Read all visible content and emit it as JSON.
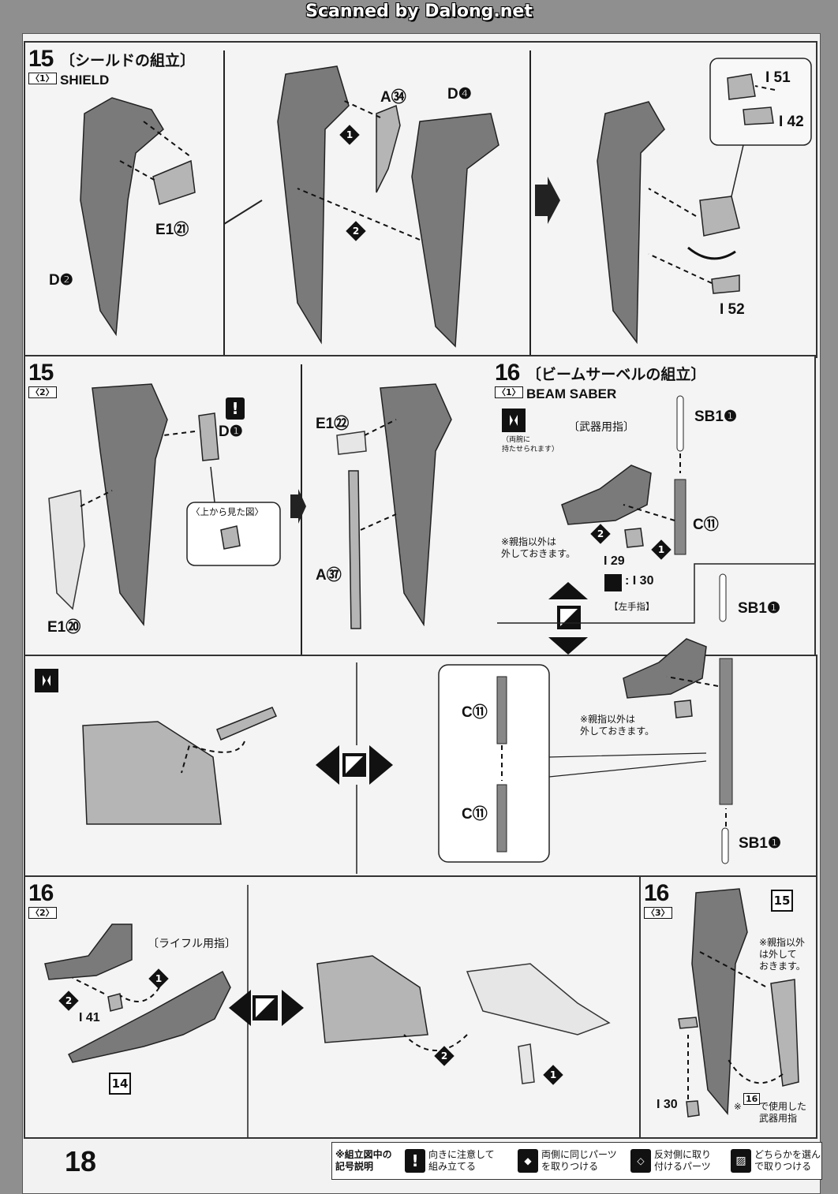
{
  "banner": "Scanned by Dalong.net",
  "page_number": "18",
  "step15_1": {
    "num": "15",
    "sub": "〈1〉",
    "title_jp": "〔シールドの組立〕",
    "title_en": "SHIELD",
    "labels": [
      "E1㉑",
      "D❷",
      "A㉞",
      "D❹",
      "I 51",
      "I 42",
      "I 52"
    ],
    "marks": [
      "1",
      "2"
    ]
  },
  "step15_2": {
    "num": "15",
    "sub": "〈2〉",
    "labels": [
      "D❶",
      "E1⑳",
      "E1㉒",
      "A㊲"
    ],
    "caution": "!",
    "view_note": "〈上から見た図〉"
  },
  "step16_1": {
    "num": "16",
    "sub": "〈1〉",
    "title_jp": "〔ビームサーベルの組立〕",
    "title_en": "BEAM SABER",
    "both_hands_note": "（両腕に\n持たせられます）",
    "weapon_fingers": "〔武器用指〕",
    "labels": [
      "SB1❶",
      "C⑪",
      "I 29",
      ": I 30",
      "SB1❶",
      "C⑪",
      "C⑪",
      "SB1❶"
    ],
    "left_fingers": "【左手指】",
    "remove_note_1": "※親指以外は\n外しておきます。",
    "remove_note_2": "※親指以外は\n外しておきます。",
    "marks": [
      "2",
      "1"
    ]
  },
  "step16_2": {
    "num": "16",
    "sub": "〈2〉",
    "rifle_fingers": "〔ライフル用指〕",
    "labels": [
      "I 41",
      "14"
    ],
    "marks": [
      "1",
      "2",
      "2",
      "1"
    ]
  },
  "step16_3": {
    "num": "16",
    "sub": "〈3〉",
    "labels": [
      "15",
      "I 30"
    ],
    "note_top": "※親指以外\nは外して\nおきます。",
    "note_bottom_prefix": "※",
    "note_bottom_ref": "16",
    "note_bottom_text": "で使用した\n武器用指"
  },
  "legend": {
    "title": "※組立図中の\n記号説明",
    "items": [
      {
        "icon": "!",
        "text": "向きに注意して\n組み立てる"
      },
      {
        "icon": "◆",
        "text": "両側に同じパーツ\nを取りつける"
      },
      {
        "icon": "◇",
        "text": "反対側に取り\n付けるパーツ"
      },
      {
        "icon": "▨",
        "text": "どちらかを選ん\nで取りつける"
      }
    ]
  }
}
